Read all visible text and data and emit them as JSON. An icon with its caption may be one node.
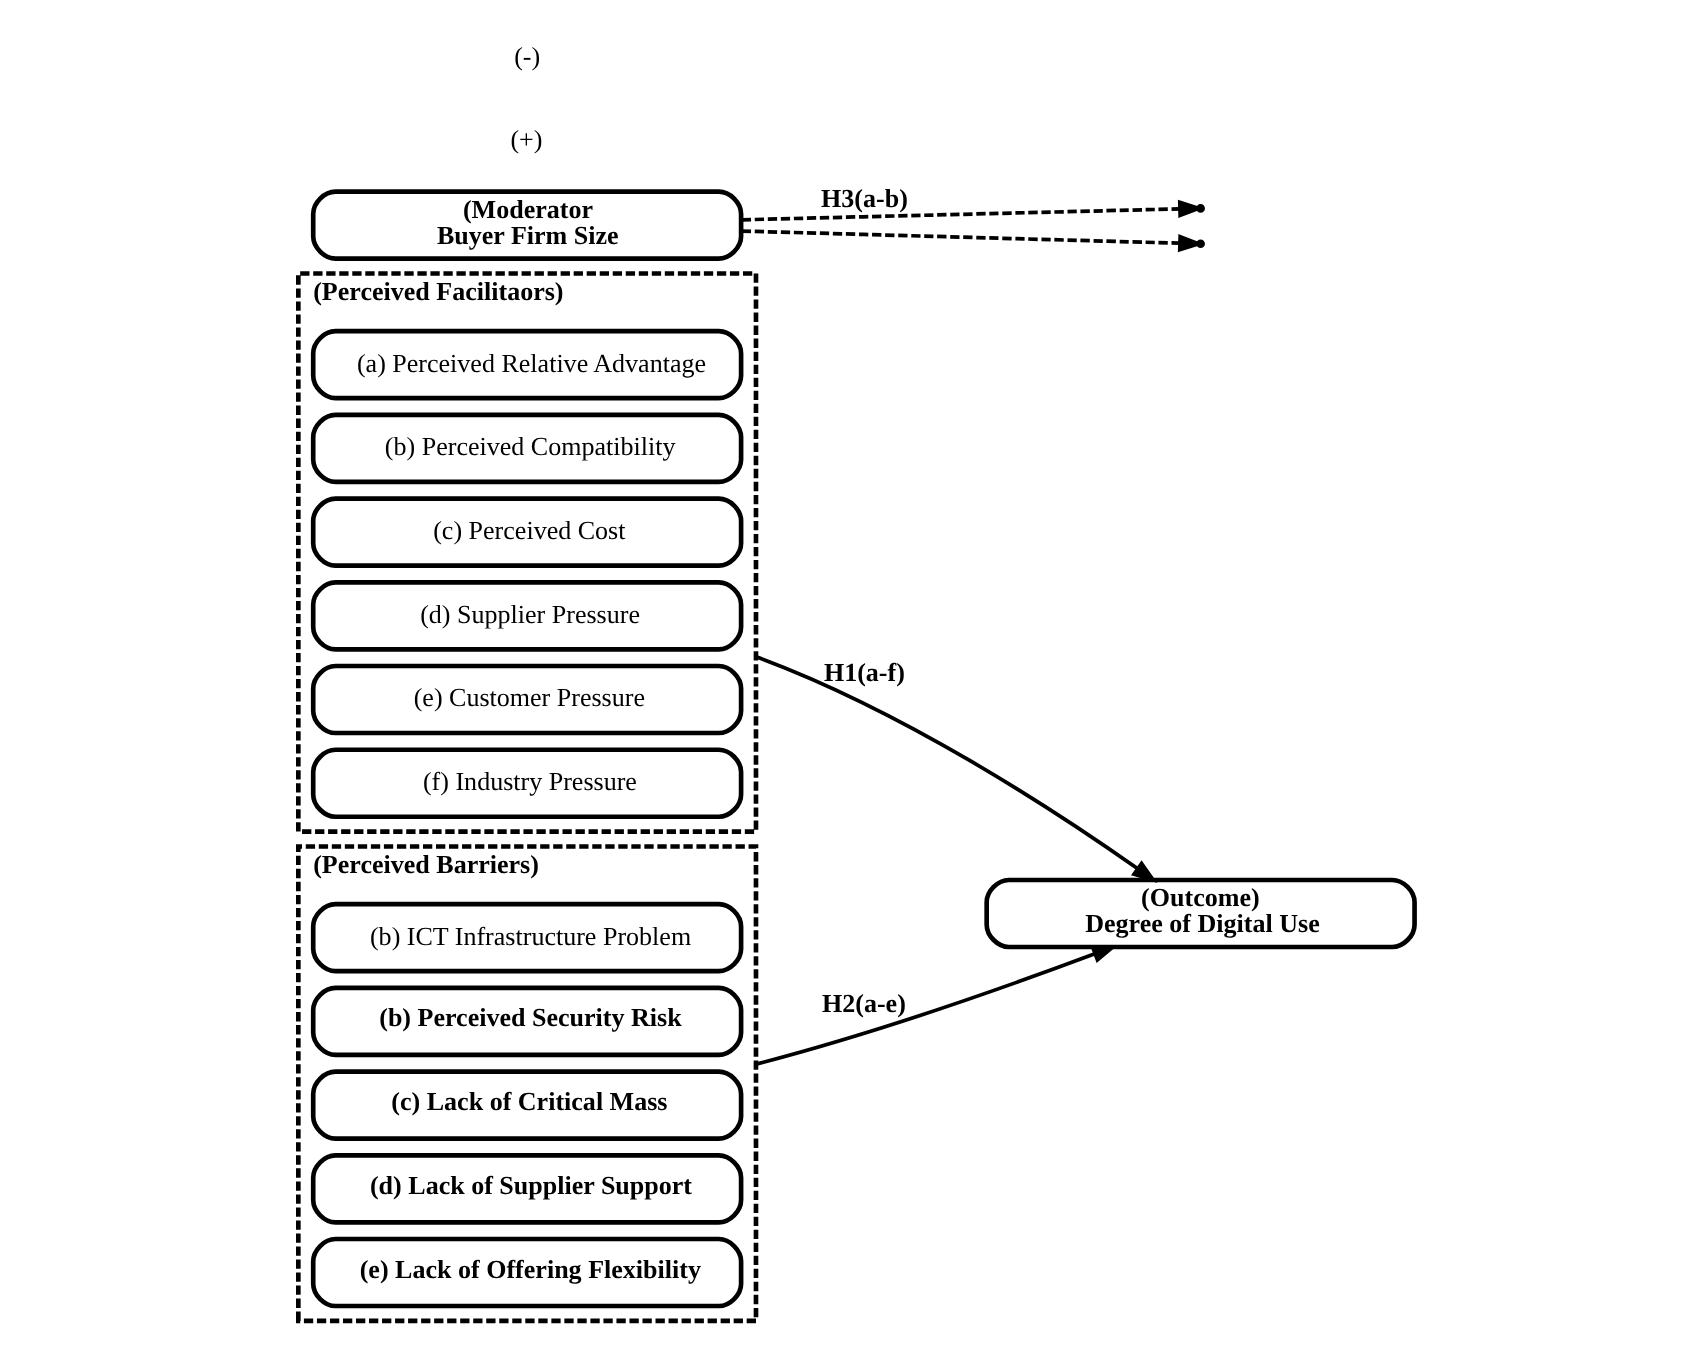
{
  "diagram": {
    "nodes": [
      {
        "text": [
          "(Perceived Facilitaors)"
        ]
      },
      {
        "text": [
          "(a) Perceived Relative Advantage"
        ],
        "in": 0
      },
      {
        "text": [
          "(b) Perceived Compatibility"
        ],
        "in": 0
      },
      {
        "text": [
          "(c) Perceived Cost"
        ],
        "in": 0
      },
      {
        "text": [
          "(d) Supplier Pressure"
        ],
        "in": 0
      },
      {
        "text": [
          "(e) Customer Pressure"
        ],
        "in": 0
      },
      {
        "text": [
          "(f) Industry Pressure"
        ],
        "in": 0
      },
      {
        "text": [
          "(Perceived Barriers)"
        ]
      },
      {
        "text": [
          "(b) ICT Infrastructure Problem"
        ],
        "in": 7
      },
      {
        "text": [
          "(b) Perceived Security Risk"
        ],
        "in": 7
      },
      {
        "text": [
          "(c) Lack of Critical Mass"
        ],
        "in": 7
      },
      {
        "text": [
          "(d) Lack of Supplier Support"
        ],
        "in": 7
      },
      {
        "text": [
          "(e) Lack of Offering Flexibility"
        ],
        "in": 7
      },
      {
        "text": [
          "(Moderator",
          "Buyer Firm Size"
        ]
      },
      {
        "text": [
          "(Outcome)",
          "Degree of Digital Use"
        ]
      }
    ],
    "edges": [
      {
        "from": 0,
        "to": 14,
        "arrow": "to",
        "label": "H1(a-f)"
      },
      {
        "from": 7,
        "to": 14,
        "arrow": "to",
        "label": "H2(a-e)"
      },
      {
        "from": 13,
        "to": null,
        "arrow": "to",
        "style": "dashed",
        "label": "H3(a-b)"
      },
      {
        "from": 13,
        "to": null,
        "arrow": "to",
        "style": "dashed"
      }
    ],
    "labels": [
      "(+)",
      "(-)"
    ]
  }
}
